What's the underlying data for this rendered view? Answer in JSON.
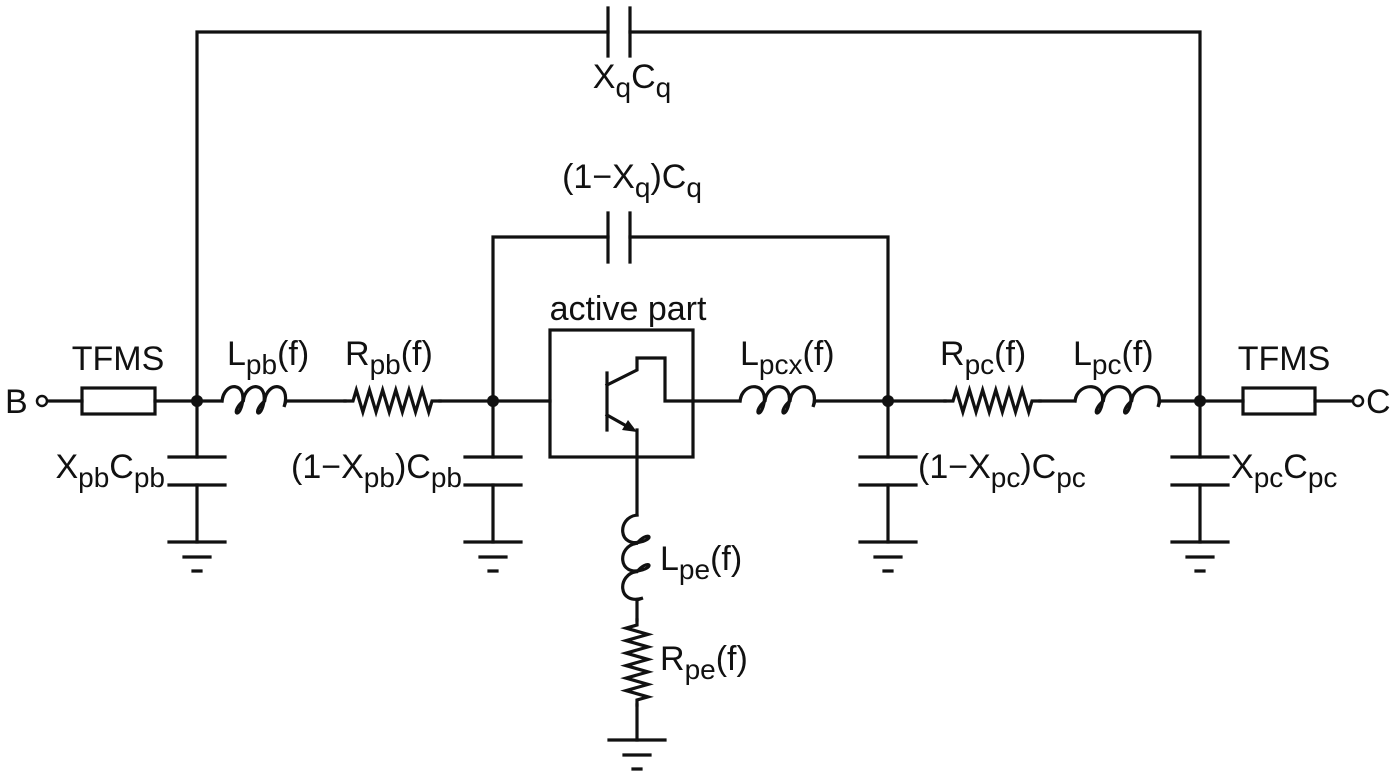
{
  "terminals": {
    "left": "B",
    "right": "C"
  },
  "labels": {
    "tfms_left": "TFMS",
    "tfms_right": "TFMS",
    "active_part": "active part",
    "xq_cq": {
      "a": "X",
      "a_sub": "q",
      "b": "C",
      "b_sub": "q"
    },
    "one_minus_xq_cq": {
      "a": "(1−X",
      "a_sub": "q",
      "b": ")C",
      "b_sub": "q"
    },
    "lpb": {
      "main": "L",
      "sub": "pb",
      "tail": "(f)"
    },
    "rpb": {
      "main": "R",
      "sub": "pb",
      "tail": "(f)"
    },
    "lpcx": {
      "main": "L",
      "sub": "pcx",
      "tail": "(f)"
    },
    "rpc": {
      "main": "R",
      "sub": "pc",
      "tail": "(f)"
    },
    "lpc": {
      "main": "L",
      "sub": "pc",
      "tail": "(f)"
    },
    "lpe": {
      "main": "L",
      "sub": "pe",
      "tail": "(f)"
    },
    "rpe": {
      "main": "R",
      "sub": "pe",
      "tail": "(f)"
    },
    "xpb_cpb": {
      "a": "X",
      "a_sub": "pb",
      "b": "C",
      "b_sub": "pb"
    },
    "one_minus_xpb_cpb": {
      "a": "(1−X",
      "a_sub": "pb",
      "b": ")C",
      "b_sub": "pb"
    },
    "one_minus_xpc_cpc": {
      "a": "(1−X",
      "a_sub": "pc",
      "b": ")C",
      "b_sub": "pc"
    },
    "xpc_cpc": {
      "a": "X",
      "a_sub": "pc",
      "b": "C",
      "b_sub": "pc"
    }
  }
}
